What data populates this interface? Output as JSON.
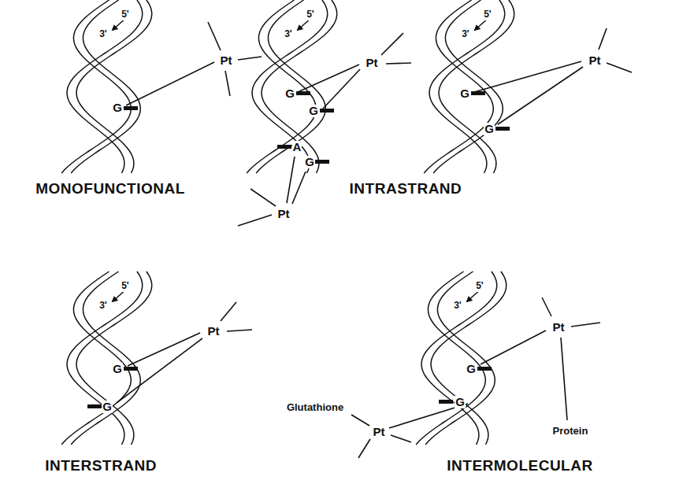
{
  "diagram": {
    "labels": [
      "3'",
      "5'",
      "G",
      "Pt",
      "MONOFUNCTIONAL",
      "3'",
      "5'",
      "G",
      "G",
      "A",
      "G",
      "Pt",
      "Pt",
      "INTRASTRAND",
      "3'",
      "5'",
      "G",
      "G",
      "Pt",
      "3'",
      "5'",
      "G",
      "G",
      "Pt",
      "INTERSTRAND",
      "3'",
      "5'",
      "G",
      "G",
      "Pt",
      "Pt",
      "Glutathione",
      "Protein",
      "INTERMOLECULAR"
    ]
  }
}
